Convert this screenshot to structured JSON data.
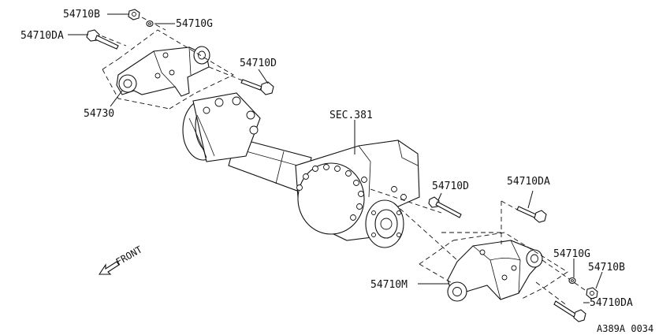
{
  "labels": {
    "nut_top": "54710B",
    "washer_top": "54710G",
    "bolt_top_left": "54710DA",
    "bolt_top_right": "54710D",
    "bracket_left": "54730",
    "section_ref": "SEC.381",
    "bolt_center": "54710D",
    "bolt_right_top": "54710DA",
    "washer_right": "54710G",
    "nut_right": "54710B",
    "bracket_right": "54710M",
    "bolt_right_bottom": "54710DA",
    "front_indicator": "FRONT",
    "diagram_code": "A389A 0034"
  },
  "colors": {
    "ink": "#111111",
    "background": "#ffffff"
  }
}
